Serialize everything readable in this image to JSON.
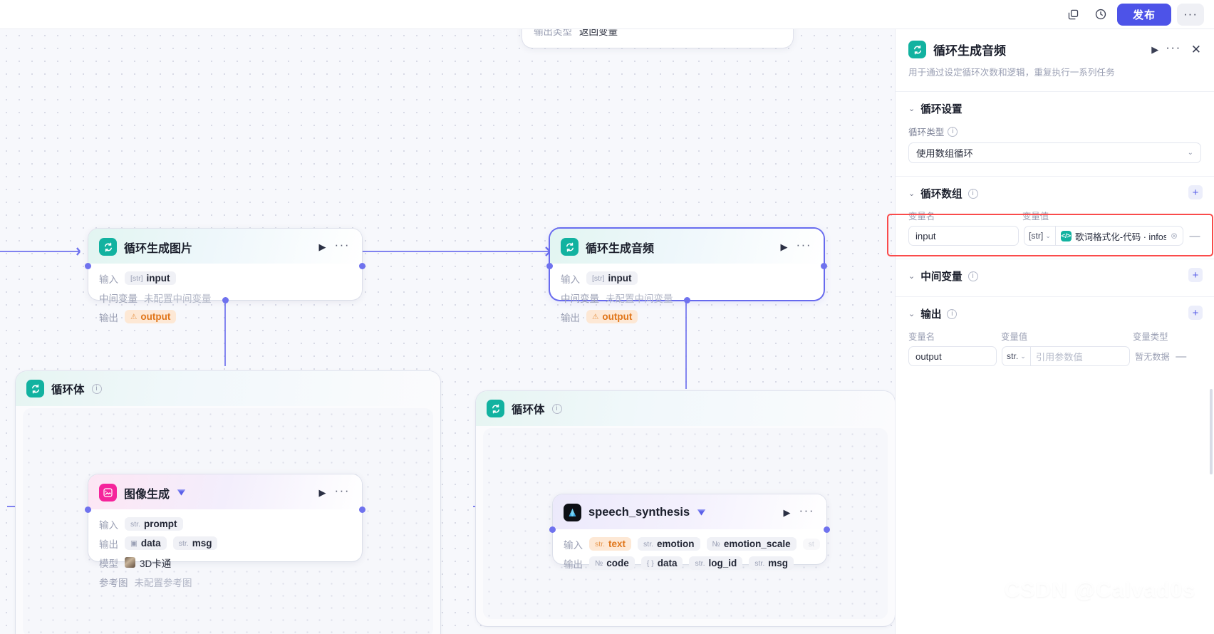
{
  "topbar": {
    "duplicate_icon": "duplicate-icon",
    "history_icon": "history-icon",
    "publish_label": "发布",
    "more_label": "···"
  },
  "canvas": {
    "ghost_node": {
      "label_type": "输出类型",
      "label_value": "返回变量"
    },
    "nodes": [
      {
        "id": "loop-image",
        "title": "循环生成图片",
        "icon": "loop-icon",
        "rows": [
          {
            "label": "输入",
            "chips": [
              {
                "type": "[str]",
                "name": "input"
              }
            ]
          },
          {
            "label": "中间变量",
            "text": "未配置中间变量"
          },
          {
            "label": "输出",
            "chips": [
              {
                "type": "!",
                "name": "output",
                "style": "orange"
              }
            ]
          }
        ]
      },
      {
        "id": "loop-audio",
        "title": "循环生成音频",
        "icon": "loop-icon",
        "rows": [
          {
            "label": "输入",
            "chips": [
              {
                "type": "[str]",
                "name": "input"
              }
            ]
          },
          {
            "label": "中间变量",
            "text": "未配置中间变量"
          },
          {
            "label": "输出",
            "chips": [
              {
                "type": "!",
                "name": "output",
                "style": "orange"
              }
            ]
          }
        ]
      },
      {
        "id": "image-gen",
        "title": "图像生成",
        "icon": "image-gen-icon",
        "rows": [
          {
            "label": "输入",
            "chips": [
              {
                "type": "str.",
                "name": "prompt"
              }
            ]
          },
          {
            "label": "输出",
            "chips": [
              {
                "type": "img",
                "name": "data"
              },
              {
                "type": "str.",
                "name": "msg"
              }
            ]
          },
          {
            "label": "模型",
            "model": "3D卡通"
          },
          {
            "label": "参考图",
            "text": "未配置参考图"
          }
        ]
      },
      {
        "id": "speech-synthesis",
        "title": "speech_synthesis",
        "icon": "speech-icon",
        "rows": [
          {
            "label": "输入",
            "chips": [
              {
                "type": "str.",
                "name": "text",
                "style": "orange"
              },
              {
                "type": "str.",
                "name": "emotion"
              },
              {
                "type": "№",
                "name": "emotion_scale"
              },
              {
                "type": "st",
                "name": "",
                "style": "faded"
              }
            ],
            "overflow": "···"
          },
          {
            "label": "输出",
            "chips": [
              {
                "type": "№",
                "name": "code"
              },
              {
                "type": "{ }",
                "name": "data"
              },
              {
                "type": "str.",
                "name": "log_id"
              },
              {
                "type": "str.",
                "name": "msg"
              }
            ]
          }
        ]
      }
    ],
    "loop_bodies": [
      {
        "id": "loop-body-left",
        "title": "循环体"
      },
      {
        "id": "loop-body-right",
        "title": "循环体"
      }
    ]
  },
  "panel": {
    "title": "循环生成音频",
    "icon": "loop-icon",
    "description": "用于通过设定循环次数和逻辑，重复执行一系列任务",
    "run_icon": "play-icon",
    "more_icon": "more-icon",
    "close_icon": "close-icon",
    "sections": {
      "loop_settings": {
        "title": "循环设置",
        "loop_type_label": "循环类型",
        "loop_type_value": "使用数组循环"
      },
      "loop_array": {
        "title": "循环数组",
        "add_label": "+",
        "col_name": "变量名",
        "col_value": "变量值",
        "rows": [
          {
            "name": "input",
            "type": "[str]",
            "ref_prefix": "code-icon",
            "ref_text": "歌词格式化-代码 · infos",
            "clear": "⊗",
            "remove": "—"
          }
        ]
      },
      "intermediate_vars": {
        "title": "中间变量",
        "add_label": "+"
      },
      "output": {
        "title": "输出",
        "add_label": "+",
        "col_name": "变量名",
        "col_value": "变量值",
        "col_type": "变量类型",
        "rows": [
          {
            "name": "output",
            "type": "str.",
            "value_placeholder": "引用参数值",
            "type_value": "暂无数据",
            "remove": "—"
          }
        ]
      }
    }
  },
  "watermark": "CSDN @Calvad0s"
}
